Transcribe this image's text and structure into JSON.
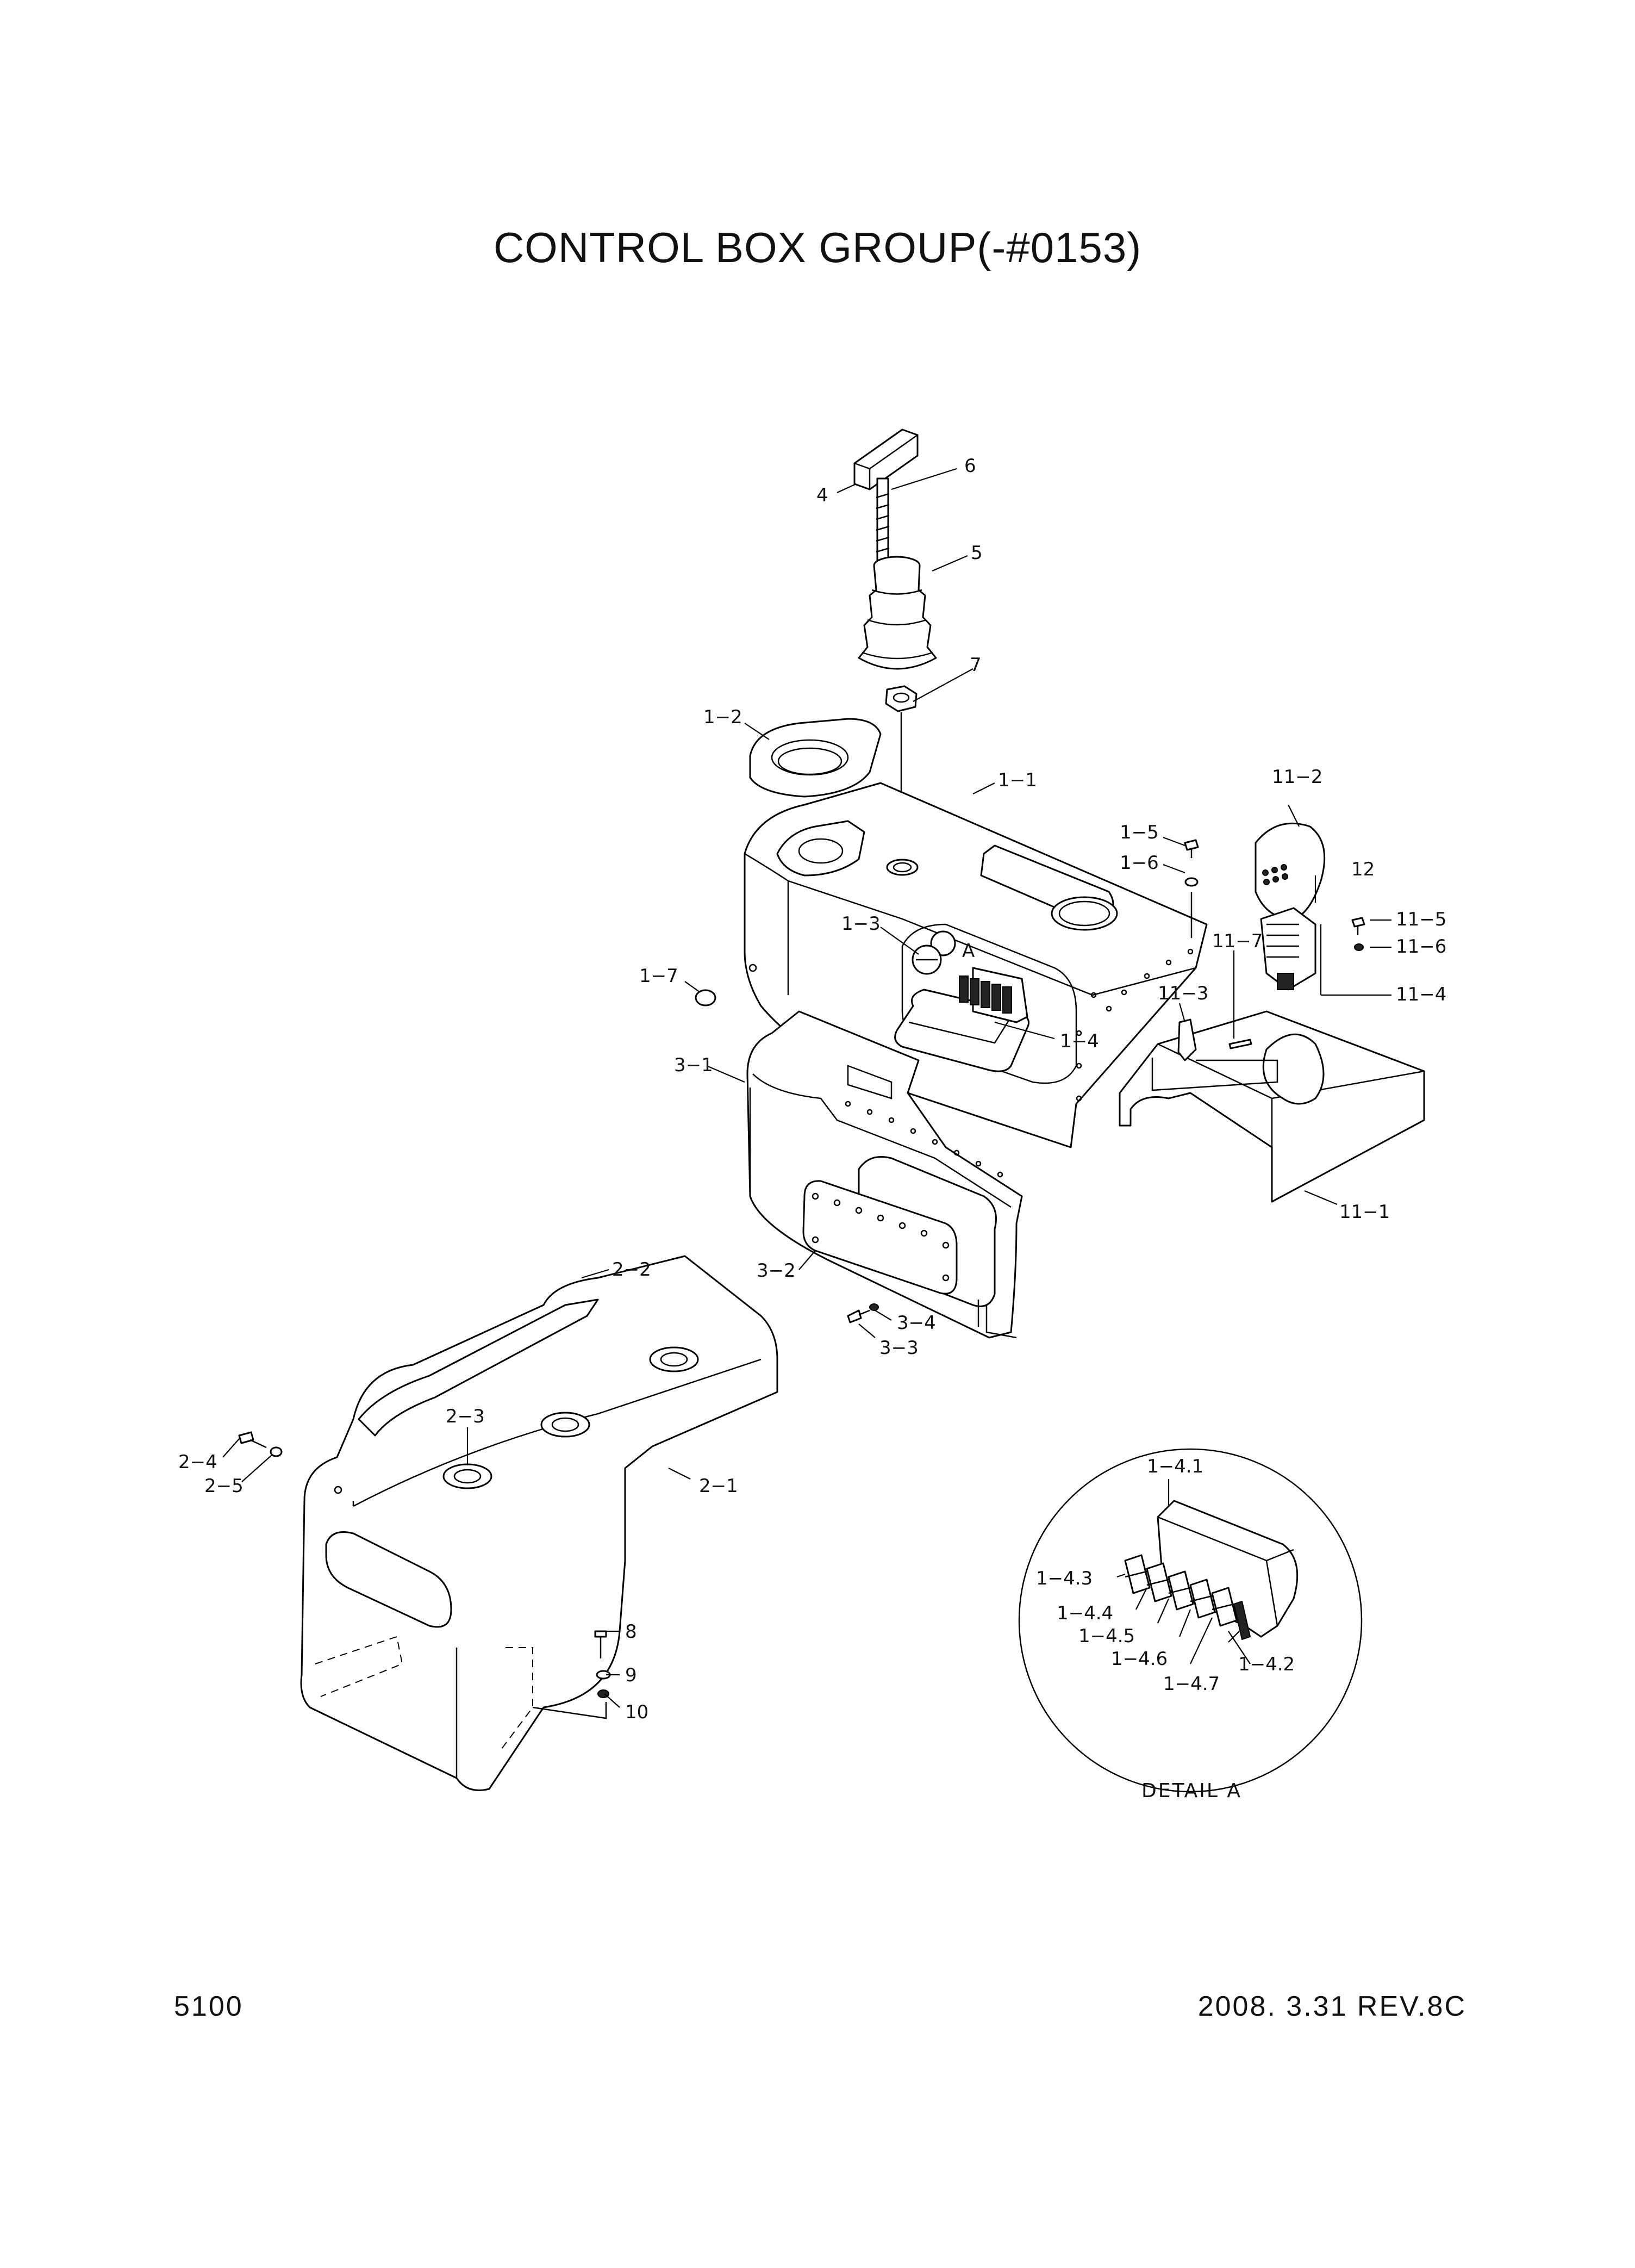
{
  "title": "CONTROL BOX GROUP(-#0153)",
  "footer": {
    "page_number": "5100",
    "revision": "2008. 3.31  REV.8C"
  },
  "detail": {
    "label": "DETAIL A",
    "marker": "A"
  },
  "callouts": {
    "c4": "4",
    "c6": "6",
    "c5": "5",
    "c7": "7",
    "c1_2": "1−2",
    "c1_1": "1−1",
    "c11_2": "11−2",
    "c1_5": "1−5",
    "c1_6": "1−6",
    "c12": "12",
    "c11_5": "11−5",
    "c11_6": "11−6",
    "c1_3": "1−3",
    "c11_7": "11−7",
    "c11_4": "11−4",
    "c11_3": "11−3",
    "c1_7": "1−7",
    "c1_4": "1−4",
    "c3_1": "3−1",
    "c11_1": "11−1",
    "c3_2": "3−2",
    "c2_2": "2−2",
    "c3_4": "3−4",
    "c3_3": "3−3",
    "c2_3": "2−3",
    "c2_4": "2−4",
    "c2_5": "2−5",
    "c2_1": "2−1",
    "c8": "8",
    "c9": "9",
    "c10": "10",
    "c1_4_1": "1−4.1",
    "c1_4_3": "1−4.3",
    "c1_4_4": "1−4.4",
    "c1_4_5": "1−4.5",
    "c1_4_6": "1−4.6",
    "c1_4_7": "1−4.7",
    "c1_4_2": "1−4.2"
  }
}
